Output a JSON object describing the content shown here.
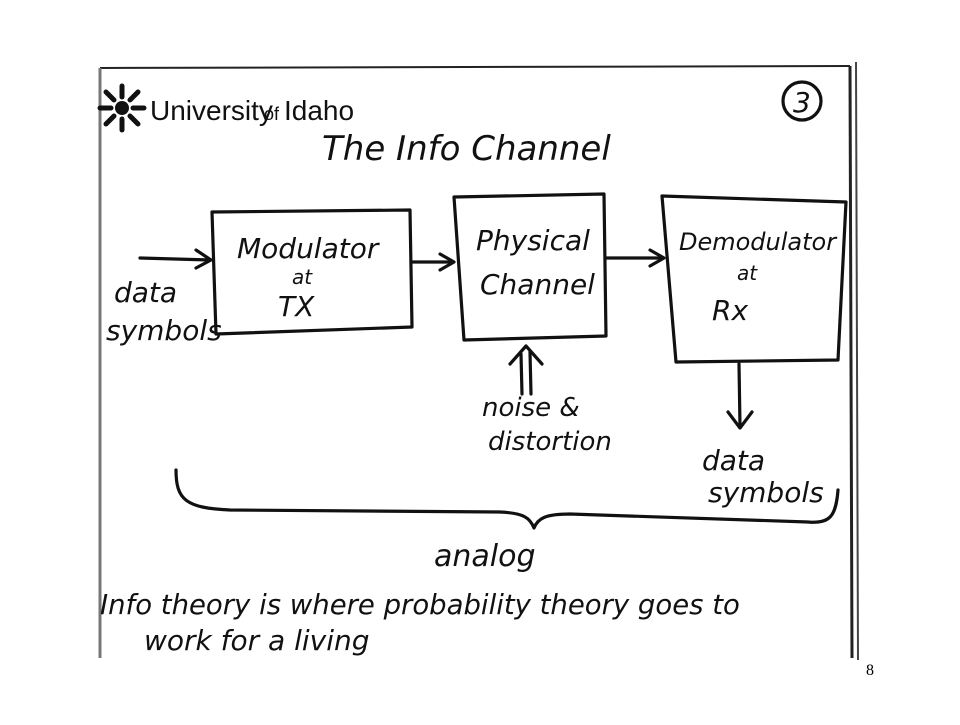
{
  "logo": {
    "university": "University",
    "of": "of",
    "idaho": "Idaho"
  },
  "page_circle_number": "3",
  "title": "The Info Channel",
  "blocks": [
    {
      "line1": "Modulator",
      "line2": "at",
      "line3": "TX"
    },
    {
      "line1": "Physical",
      "line2": "Channel"
    },
    {
      "line1": "Demodulator",
      "line2": "at",
      "line3": "Rx"
    }
  ],
  "input_label": {
    "line1": "data",
    "line2": "symbols"
  },
  "noise_label": {
    "line1": "noise &",
    "line2": "distortion"
  },
  "output_label": {
    "line1": "data",
    "line2": "symbols"
  },
  "brace_label": "analog",
  "footer_line1": "Info theory is where probability theory goes to",
  "footer_line2": "work for a living",
  "slide_number": "8"
}
